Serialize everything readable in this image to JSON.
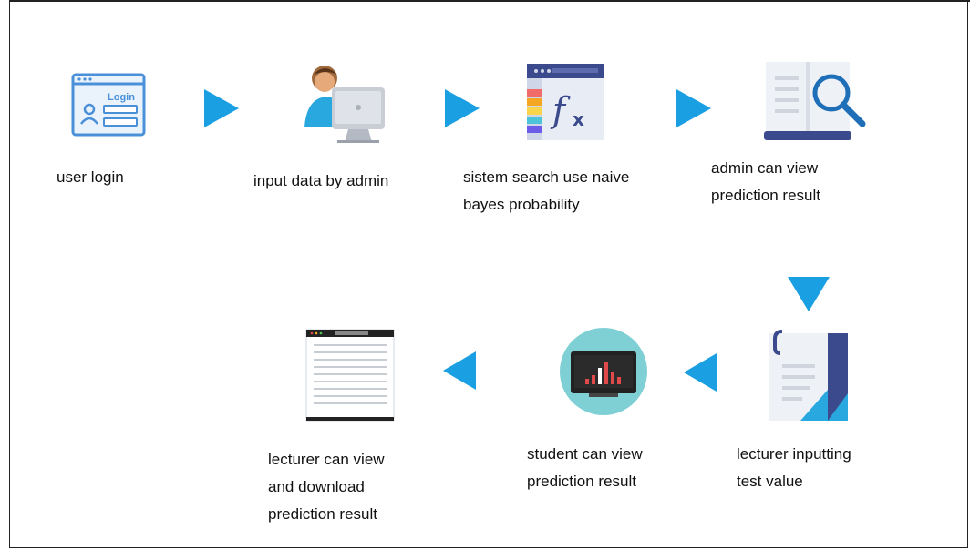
{
  "steps": [
    {
      "id": "login",
      "label_lines": [
        "user login"
      ],
      "icon": "login-form-icon"
    },
    {
      "id": "input",
      "label_lines": [
        "input data by admin"
      ],
      "icon": "admin-computer-icon"
    },
    {
      "id": "search",
      "label_lines": [
        "sistem search use naive",
        "bayes probability"
      ],
      "icon": "function-formula-icon"
    },
    {
      "id": "admin_view",
      "label_lines": [
        "admin can view",
        "prediction result"
      ],
      "icon": "book-magnifier-icon"
    },
    {
      "id": "lecturer_input",
      "label_lines": [
        "lecturer inputting",
        "test value"
      ],
      "icon": "notebook-icon"
    },
    {
      "id": "student_view",
      "label_lines": [
        "student can view",
        "prediction result"
      ],
      "icon": "bar-chart-monitor-icon"
    },
    {
      "id": "lecturer_view",
      "label_lines": [
        "lecturer can view",
        "and download",
        "prediction result"
      ],
      "icon": "document-page-icon"
    }
  ],
  "colors": {
    "arrow": "#1a9fe3",
    "login_blue": "#4a90d9",
    "teal_circle": "#7fd0d4",
    "book_blue": "#3a4a8c"
  }
}
